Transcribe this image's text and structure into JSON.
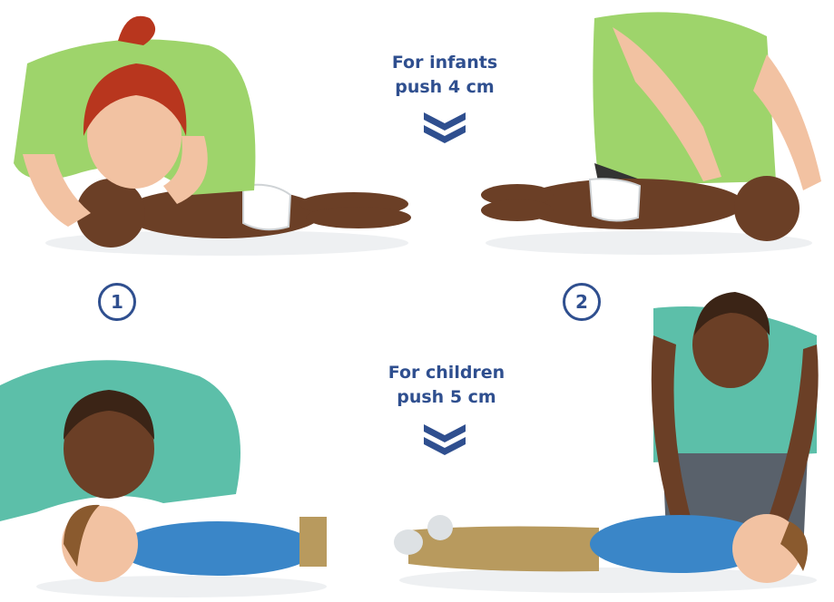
{
  "infants": {
    "line1": "For infants",
    "line2": "push 4 cm"
  },
  "children": {
    "line1": "For children",
    "line2": "push 5 cm"
  },
  "steps": {
    "one": "1",
    "two": "2"
  },
  "colors": {
    "text": "#2f4f8f",
    "infant_shirt": "#9ed46b",
    "child_shirt": "#3a86c8",
    "adult_shirt_children": "#5cbfa9",
    "skin_dark": "#6b3f26",
    "skin_light": "#f2c2a2",
    "hair_red": "#b8361e"
  }
}
